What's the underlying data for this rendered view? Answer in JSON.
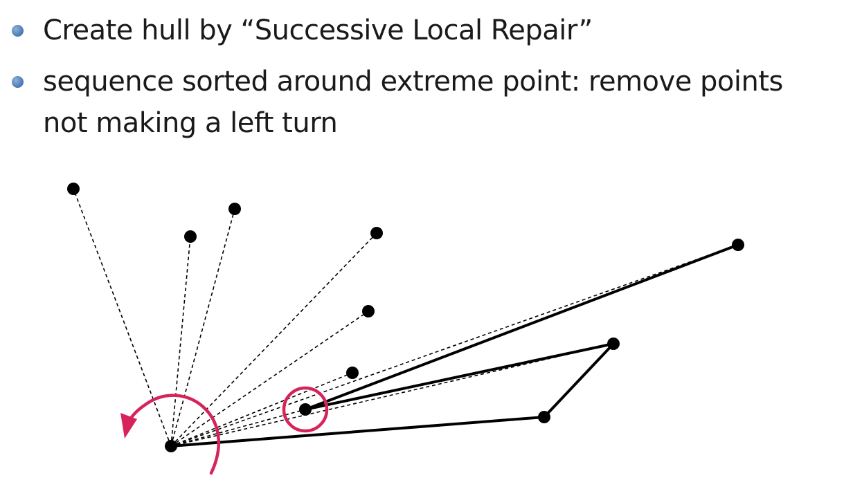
{
  "slide": {
    "bullets": [
      {
        "text": "Create hull by “Successive Local Repair”"
      },
      {
        "lines": [
          "sequence sorted around extreme point: remove points",
          "not making a left turn"
        ]
      }
    ]
  },
  "diagram": {
    "colors": {
      "points": "#000000",
      "hull_edges": "#000000",
      "dashed_rays": "#000000",
      "highlight": "#d6245a",
      "bullet": "#4f7fb8"
    },
    "icons": [
      "rotation-arrow-icon",
      "highlight-circle-icon"
    ]
  }
}
